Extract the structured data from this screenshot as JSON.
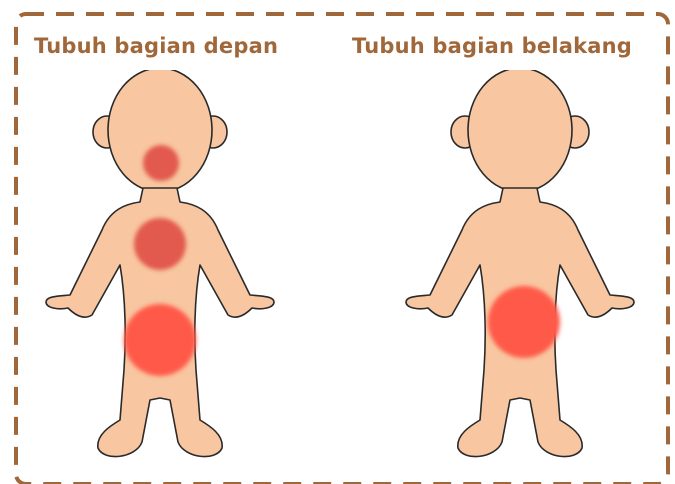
{
  "labels": {
    "front": "Tubuh bagian depan",
    "back": "Tubuh bagian belakang"
  },
  "colors": {
    "text": "#a0683a",
    "border": "#a0683a",
    "skin": "#f8c6a0",
    "outline": "#2a2a2a",
    "spot_dark": "#e25a4e",
    "spot_light": "#ff5a4a"
  },
  "spots": {
    "front": [
      {
        "name": "neck-spot",
        "color_key": "spot_dark"
      },
      {
        "name": "chest-spot",
        "color_key": "spot_dark"
      },
      {
        "name": "belly-spot",
        "color_key": "spot_light"
      }
    ],
    "back": [
      {
        "name": "lower-back-spot",
        "color_key": "spot_light"
      }
    ]
  }
}
